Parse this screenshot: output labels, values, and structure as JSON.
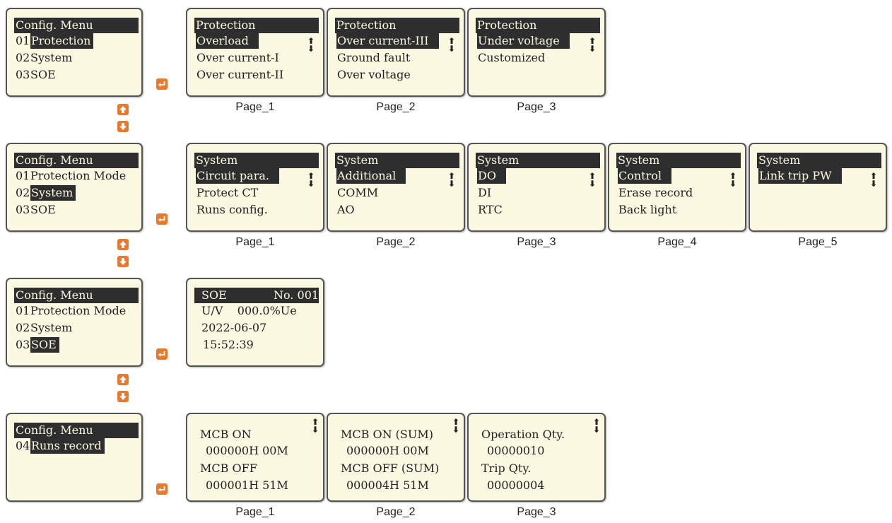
{
  "pages": [
    "Page_1",
    "Page_2",
    "Page_3",
    "Page_4",
    "Page_5"
  ],
  "icons": {
    "enter": "enter-icon",
    "up": "up-arrow-icon",
    "down": "down-arrow-icon",
    "scroll": "scroll-arrows-icon"
  },
  "colors": {
    "screen_bg": "#fbf9e2",
    "highlight": "#2e2e2e",
    "button": "#e8792f"
  },
  "rows": [
    {
      "menu": {
        "title": "Config. Menu",
        "items": [
          {
            "num": "01",
            "text": "Protection",
            "active": true
          },
          {
            "num": "02",
            "text": "System",
            "active": false
          },
          {
            "num": "03",
            "text": "SOE",
            "active": false
          }
        ]
      },
      "pages": [
        {
          "title": "Protection",
          "items": [
            "Overload",
            "Over current-I",
            "Over current-II"
          ]
        },
        {
          "title": "Protection",
          "items": [
            "Over current-III",
            "Ground fault",
            "Over voltage"
          ]
        },
        {
          "title": "Protection",
          "items": [
            "Under voltage",
            "Customized"
          ]
        }
      ]
    },
    {
      "menu": {
        "title": "Config. Menu",
        "items": [
          {
            "num": "01",
            "text": "Protection Mode",
            "active": false
          },
          {
            "num": "02",
            "text": "System",
            "active": true
          },
          {
            "num": "03",
            "text": "SOE",
            "active": false
          }
        ]
      },
      "pages": [
        {
          "title": "System",
          "items": [
            "Circuit para.",
            "Protect CT",
            "Runs config."
          ]
        },
        {
          "title": "System",
          "items": [
            "Additional",
            "COMM",
            "AO"
          ]
        },
        {
          "title": "System",
          "items": [
            "DO",
            "DI",
            "RTC"
          ]
        },
        {
          "title": "System",
          "items": [
            "Control",
            "Erase record",
            "Back light"
          ]
        },
        {
          "title": "System",
          "items": [
            "Link trip PW"
          ]
        }
      ]
    },
    {
      "menu": {
        "title": "Config. Menu",
        "items": [
          {
            "num": "01",
            "text": "Protection Mode",
            "active": false
          },
          {
            "num": "02",
            "text": "System",
            "active": false
          },
          {
            "num": "03",
            "text": "SOE",
            "active": true
          }
        ]
      },
      "soe": {
        "title": "SOE",
        "number": "No. 001",
        "line1": "U/V    000.0%Ue",
        "date": "2022-06-07",
        "time": "15:52:39"
      }
    },
    {
      "menu": {
        "title": "Config. Menu",
        "items": [
          {
            "num": "04",
            "text": "Runs record",
            "active": true
          }
        ]
      },
      "records": [
        {
          "label1": "MCB ON",
          "value1": "000000H 00M",
          "label2": "MCB OFF",
          "value2": "000001H 51M"
        },
        {
          "label1": "MCB ON (SUM)",
          "value1": "000000H 00M",
          "label2": "MCB OFF (SUM)",
          "value2": "000004H 51M"
        },
        {
          "label1": "Operation Qty.",
          "value1": "00000010",
          "label2": "Trip Qty.",
          "value2": "00000004"
        }
      ]
    }
  ]
}
